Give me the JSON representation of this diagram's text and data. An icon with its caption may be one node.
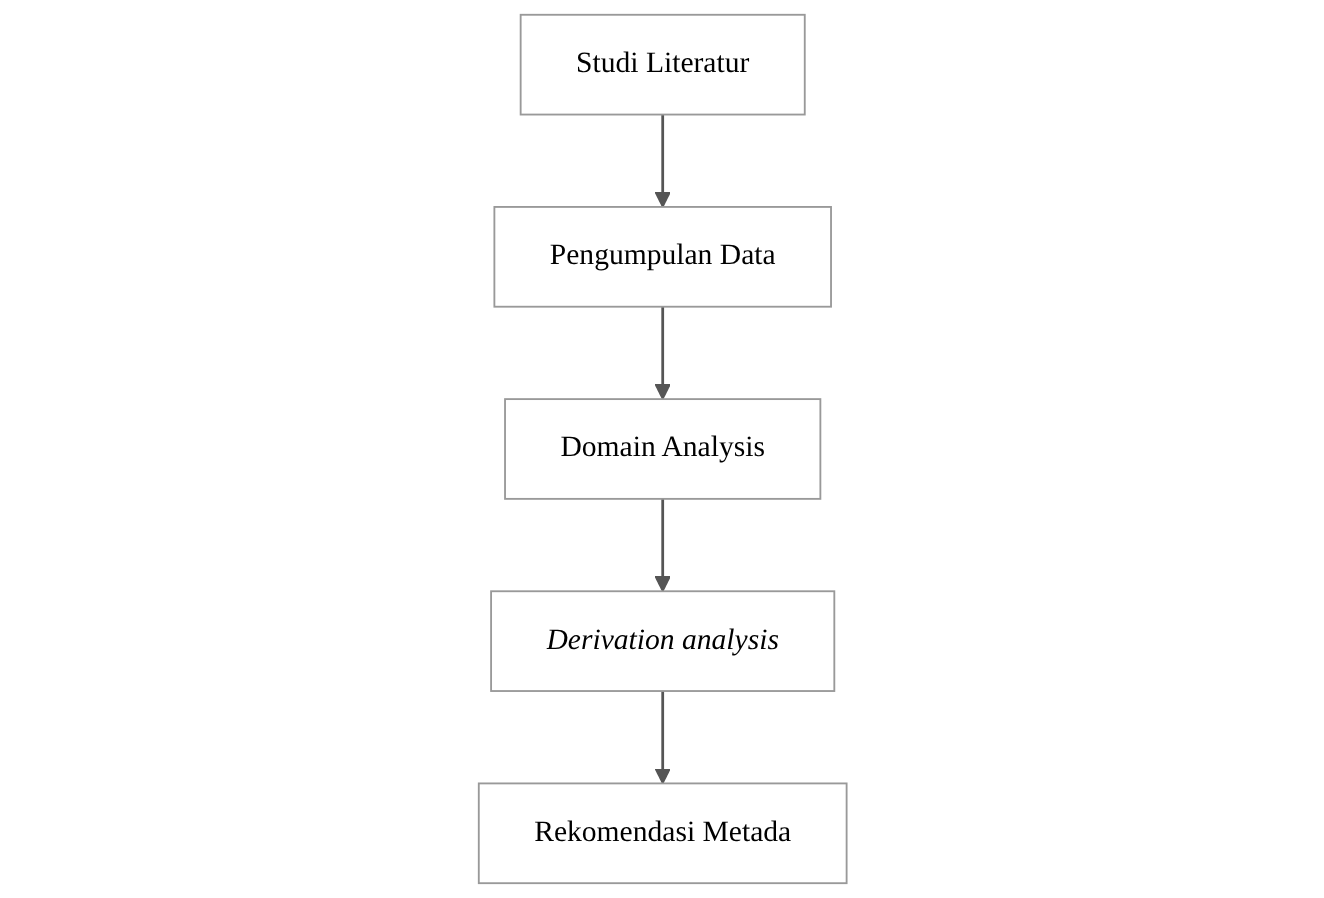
{
  "diagram": {
    "nodes": [
      {
        "text": [
          "Studi Literatur"
        ]
      },
      {
        "text": [
          "Pengumpulan Data"
        ]
      },
      {
        "text": [
          "Domain Analysis"
        ]
      },
      {
        "text": [
          "Derivation analysis"
        ]
      },
      {
        "text": [
          "Rekomendasi Metada"
        ]
      }
    ],
    "edges": [
      {
        "from": 0,
        "to": 1,
        "arrow": "to"
      },
      {
        "from": 1,
        "to": 2,
        "arrow": "to"
      },
      {
        "from": 2,
        "to": 3,
        "arrow": "to"
      },
      {
        "from": 3,
        "to": 4,
        "arrow": "to"
      }
    ]
  }
}
